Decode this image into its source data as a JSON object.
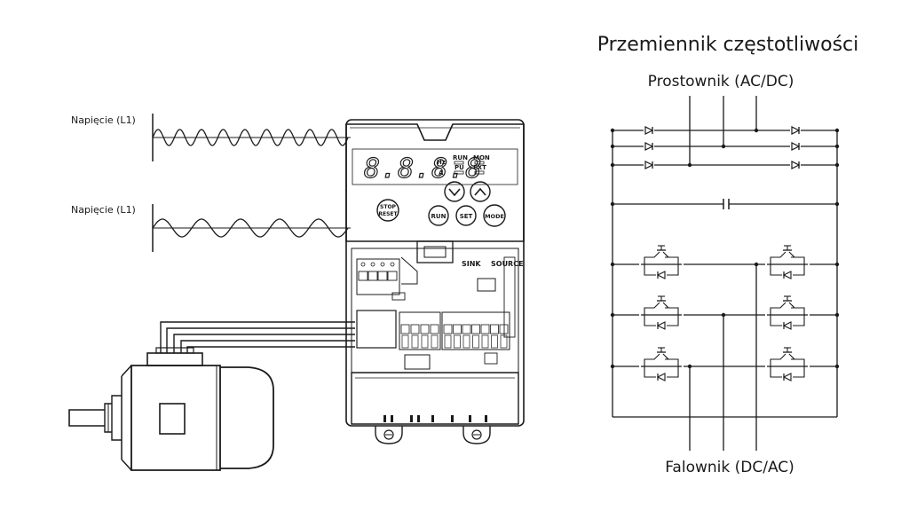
{
  "title": "Przemiennik częstotliwości",
  "rectifier_label": "Prostownik (AC/DC)",
  "inverter_label": "Falownik (DC/AC)",
  "wave_labels": [
    "Napięcie (L1)",
    "Napięcie (L1)"
  ],
  "display": {
    "digits": "8.8.8.8",
    "unit_hz": "Hz",
    "unit_a": "A",
    "ind_run": "RUN",
    "ind_mon": "MON",
    "ind_pu": "PU",
    "ind_ext": "EXT"
  },
  "buttons": {
    "stop": "STOP",
    "reset": "RESET",
    "run": "RUN",
    "set": "SET",
    "mode": "MODE"
  },
  "terminals": {
    "sink": "SINK",
    "source": "SOURCE"
  }
}
